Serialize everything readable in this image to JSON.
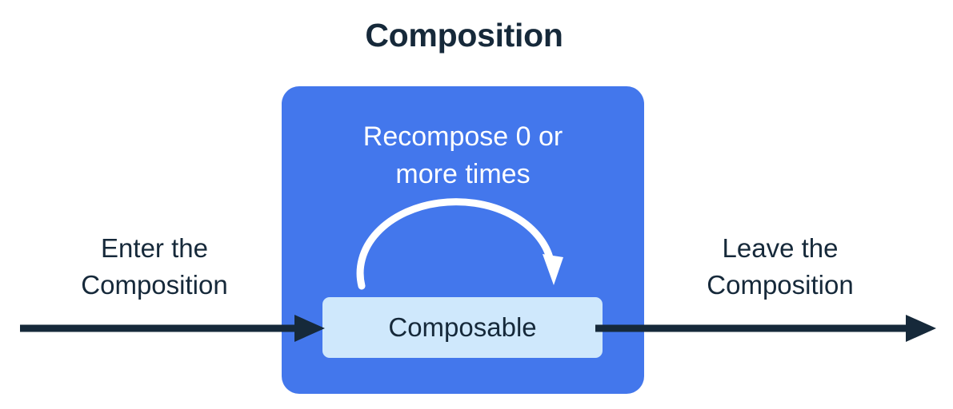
{
  "diagram": {
    "title": "Composition",
    "colors": {
      "background": "#ffffff",
      "composition_fill": "#4377ec",
      "composable_fill": "#cfe8fc",
      "text_dark": "#16293a",
      "text_light": "#ffffff",
      "arrow_dark": "#16293a",
      "arrow_light": "#ffffff"
    },
    "composition_region": {
      "recompose_caption": {
        "line1": "Recompose 0 or",
        "line2": "more times"
      },
      "recompose_arrow": {
        "icon": "curved-loop-arrow-icon",
        "direction": "clockwise-over-top"
      },
      "composable_node": {
        "label": "Composable"
      }
    },
    "enter_flow": {
      "caption": {
        "line1": "Enter the",
        "line2": "Composition"
      },
      "arrow": {
        "icon": "arrow-right-icon"
      }
    },
    "leave_flow": {
      "caption": {
        "line1": "Leave the",
        "line2": "Composition"
      },
      "arrow": {
        "icon": "arrow-right-icon"
      }
    }
  }
}
